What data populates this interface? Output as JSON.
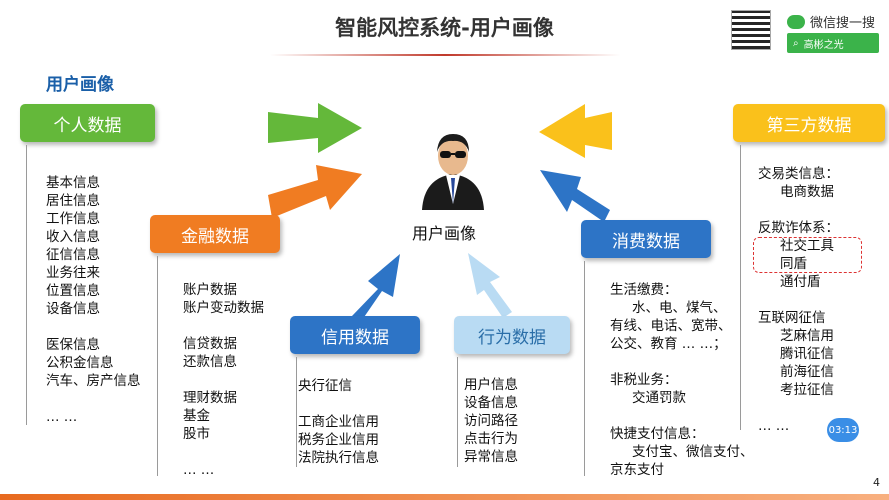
{
  "header": {
    "title": "智能风控系统-用户画像",
    "subtitle": "用户画像",
    "wechat_label": "微信搜一搜",
    "search_text": "高彬之光"
  },
  "center": {
    "label": "用户画像"
  },
  "boxes": {
    "personal": "个人数据",
    "finance": "金融数据",
    "credit": "信用数据",
    "behavior": "行为数据",
    "consume": "消费数据",
    "third": "第三方数据"
  },
  "lists": {
    "personal": [
      "基本信息",
      "居住信息",
      "工作信息",
      "收入信息",
      "征信信息",
      "业务往来",
      "位置信息",
      "设备信息",
      "",
      "医保信息",
      "公积金信息",
      "汽车、房产信息",
      "",
      "… …"
    ],
    "finance": [
      "账户数据",
      "账户变动数据",
      "",
      "信贷数据",
      "还款信息",
      "",
      "理财数据",
      "基金",
      "股市",
      "",
      "… …"
    ],
    "credit": [
      "央行征信",
      "",
      "工商企业信用",
      "税务企业信用",
      "法院执行信息"
    ],
    "behavior": [
      "用户信息",
      "设备信息",
      "访问路径",
      "点击行为",
      "异常信息"
    ],
    "consume": {
      "life_title": "生活缴费：",
      "life_1": "水、电、煤气、",
      "life_2": "有线、电话、宽带、",
      "life_3": "公交、教育 … …；",
      "tax_title": "非税业务：",
      "tax_1": "交通罚款",
      "pay_title": "快捷支付信息：",
      "pay_1": "支付宝、微信支付、",
      "pay_2": "京东支付"
    },
    "third": {
      "trade_title": "交易类信息：",
      "trade_1": "电商数据",
      "fraud_title": "反欺诈体系：",
      "fraud_1": "社交工具",
      "fraud_2": "同盾",
      "fraud_3": "通付盾",
      "net_title": "互联网征信",
      "net_1": "芝麻信用",
      "net_2": "腾讯征信",
      "net_3": "前海征信",
      "net_4": "考拉征信",
      "more": "… …"
    }
  },
  "overlay": {
    "timer": "03:13",
    "page_number": "4"
  },
  "colors": {
    "green": "#64b83a",
    "orange": "#f07c22",
    "blue": "#2d74c6",
    "lightblue": "#b9dbf3",
    "yellow": "#fac11b"
  }
}
